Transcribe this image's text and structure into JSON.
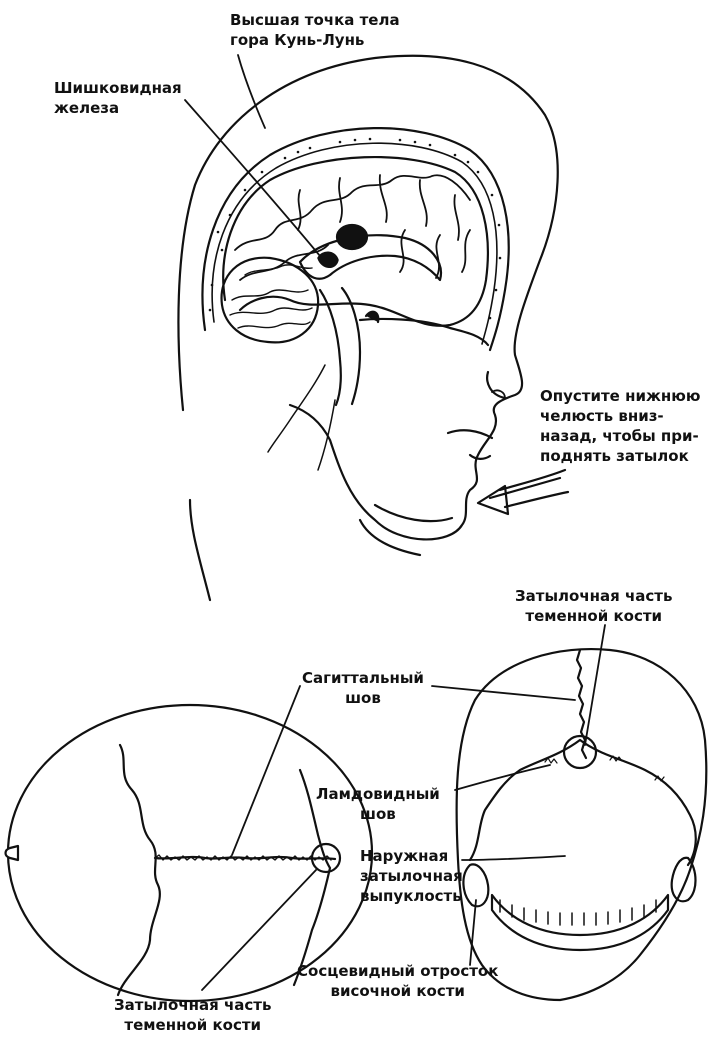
{
  "labels": {
    "highest_point": [
      "Высшая точка тела",
      "гора Кунь-Лунь"
    ],
    "pineal_gland": [
      "Шишковидная",
      "железа"
    ],
    "jaw_instruction": [
      "Опустите нижнюю",
      "челюсть вниз-",
      "назад, чтобы при-",
      "поднять затылок"
    ],
    "occipital_parietal_top": [
      "Затылочная часть",
      "теменной кости"
    ],
    "sagittal_suture": [
      "Сагиттальный",
      "шов"
    ],
    "lambdoid_suture": [
      "Ламдовидный",
      "шов"
    ],
    "external_occipital_protuberance": [
      "Наружная",
      "затылочная",
      "выпуклость"
    ],
    "mastoid_process": [
      "Сосцевидный отросток",
      "височной кости"
    ],
    "occipital_parietal_bottom": [
      "Затылочная часть",
      "теменной кости"
    ]
  }
}
